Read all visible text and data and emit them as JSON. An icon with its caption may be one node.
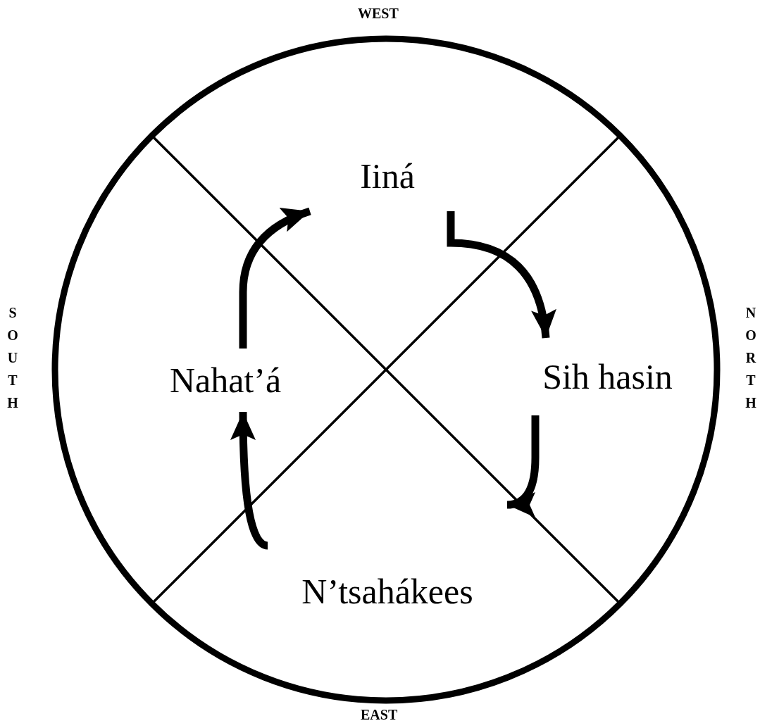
{
  "diagram": {
    "nodes": [
      {
        "text": [
          "Iiná"
        ]
      },
      {
        "text": [
          "Nahat’á"
        ]
      },
      {
        "text": [
          "Sih hasin"
        ]
      },
      {
        "text": [
          "N’tsahákees"
        ]
      }
    ],
    "edges": [
      {
        "from": 1,
        "to": 0,
        "arrow": "to"
      },
      {
        "from": 0,
        "to": 2,
        "arrow": "to"
      },
      {
        "from": 2,
        "to": 3,
        "arrow": "to"
      },
      {
        "from": 3,
        "to": 1,
        "arrow": "to"
      }
    ],
    "labels": [
      "WEST",
      "SOUTH",
      "NORTH",
      "EAST"
    ]
  }
}
